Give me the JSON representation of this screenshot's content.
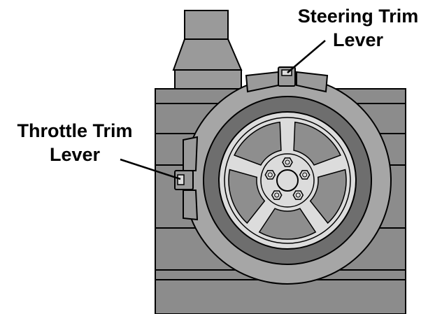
{
  "labels": {
    "steering_trim": {
      "line1": "Steering Trim",
      "line2": "Lever"
    },
    "throttle_trim": {
      "line1": "Throttle Trim",
      "line2": "Lever"
    }
  },
  "colors": {
    "outline": "#000000",
    "body": "#8c8c8c",
    "body_dark": "#7a7a7a",
    "antenna": "#9a9a9a",
    "wheel_bezel": "#a6a6a6",
    "tire": "#6e6e6e",
    "rim": "#dcdcdc",
    "spoke_hole": "#8e8e8e",
    "lever": "#9a9a9a",
    "background": "#ffffff"
  }
}
